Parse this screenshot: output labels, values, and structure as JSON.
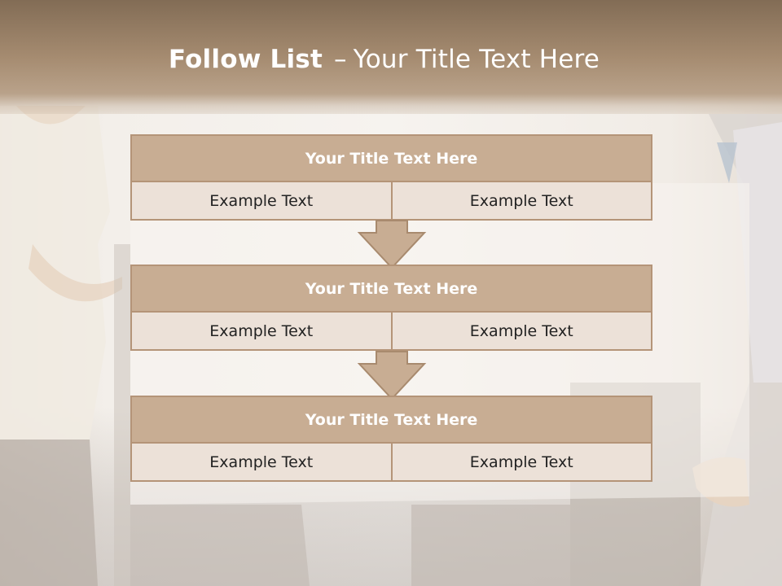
{
  "slide": {
    "title_bold": "Follow List",
    "title_dash": "–",
    "title_rest": "Your Title Text Here"
  },
  "steps": [
    {
      "title": "Your Title Text Here",
      "left": "Example Text",
      "right": "Example Text"
    },
    {
      "title": "Your Title Text Here",
      "left": "Example Text",
      "right": "Example Text"
    },
    {
      "title": "Your Title Text Here",
      "left": "Example Text",
      "right": "Example Text"
    }
  ],
  "colors": {
    "header": "#a58b70",
    "card_header": "#c8ad93",
    "card_body": "#ece1d8",
    "border": "#b49478",
    "arrow": "#c8ad93"
  }
}
